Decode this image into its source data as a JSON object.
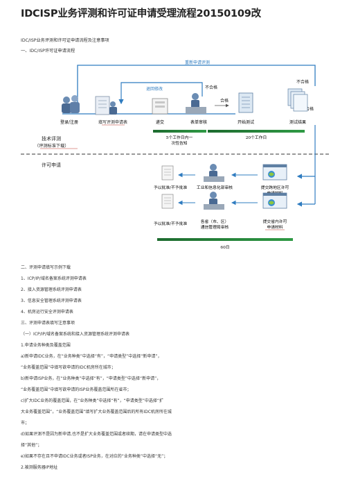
{
  "doc": {
    "title": "IDCISP业务评测和许可证申请受理流程20150109改",
    "subtitle": "IDC/ISP业务评测和许可证申请流程及注意事项",
    "section1": "一、IDC/ISP许可证申请流程"
  },
  "diagram": {
    "top_label": "重新申请评测",
    "return_label": "退回修改",
    "fail_label_1": "不合格",
    "fail_label_2": "不合格",
    "pass_label_1": "合格",
    "pass_label_2": "合格",
    "steps": [
      "登录/注册",
      "填写评测申请表",
      "递交",
      "表单审核",
      "开始测试",
      "测试结果"
    ],
    "step2_link": "评测申请表",
    "duration_1_line1": "5个工作日内一",
    "duration_1_line2": "次性告知",
    "duration_2": "20个工作日",
    "tech_label_line1": "技术评测",
    "tech_label_line2": "（评测标准下载）",
    "license_label": "许可申请",
    "row1": [
      "予以批准/不予批准",
      "工业和信息化部审核",
      "提交跨地区许可",
      "申请材料"
    ],
    "row2": [
      "予以批准/不予批准",
      "各省（市、区）",
      "通信管理局审核",
      "提交省内许可",
      "申请材料"
    ],
    "duration_3": "60日"
  },
  "body": [
    "二、评测申请填写示例下载",
    "1、ICP/IP/域名备案系统评测申请表",
    "2、接入资源管理系统评测申请表",
    "3、信息安全管理系统评测申请表",
    "4、机房运行安全评测申请表",
    "三、评测申请表填写注意事项",
    "（一）ICP/IP/域名备案系统和接入资源管理系统评测申请表",
    "1.申请业务种类及覆盖范围",
    "a)新申请IDC业务，在“业务种类”中选择“有”，“申请类型”中选择“新申请”，",
    "“业务覆盖范围”中填写欲申请的IDC机房所在城市；",
    "b)新申请ISP业务，在“业务种类”中选择“有”，“申请类型”中选择“新申请”，",
    "“业务覆盖范围”中填写欲申请的ISP业务覆盖范围所在省市；",
    "c)扩大IDC业务的覆盖范围，在“业务种类”中选择“有”，“申请类型”中选择“扩",
    "大业务覆盖范围”，“业务覆盖范围”填写扩大业务覆盖范围后的所有IDC机房所在城",
    "市；",
    "d)如果评测不是因为新申请,也不是扩大业务覆盖范围或者续期，请在申请类型中选",
    "择“其他”；",
    "e)如果不存在且不申请IDC业务或者ISP业务，在对应的“业务种类”中选择“无”；",
    "2.被测服务器IP地址"
  ]
}
